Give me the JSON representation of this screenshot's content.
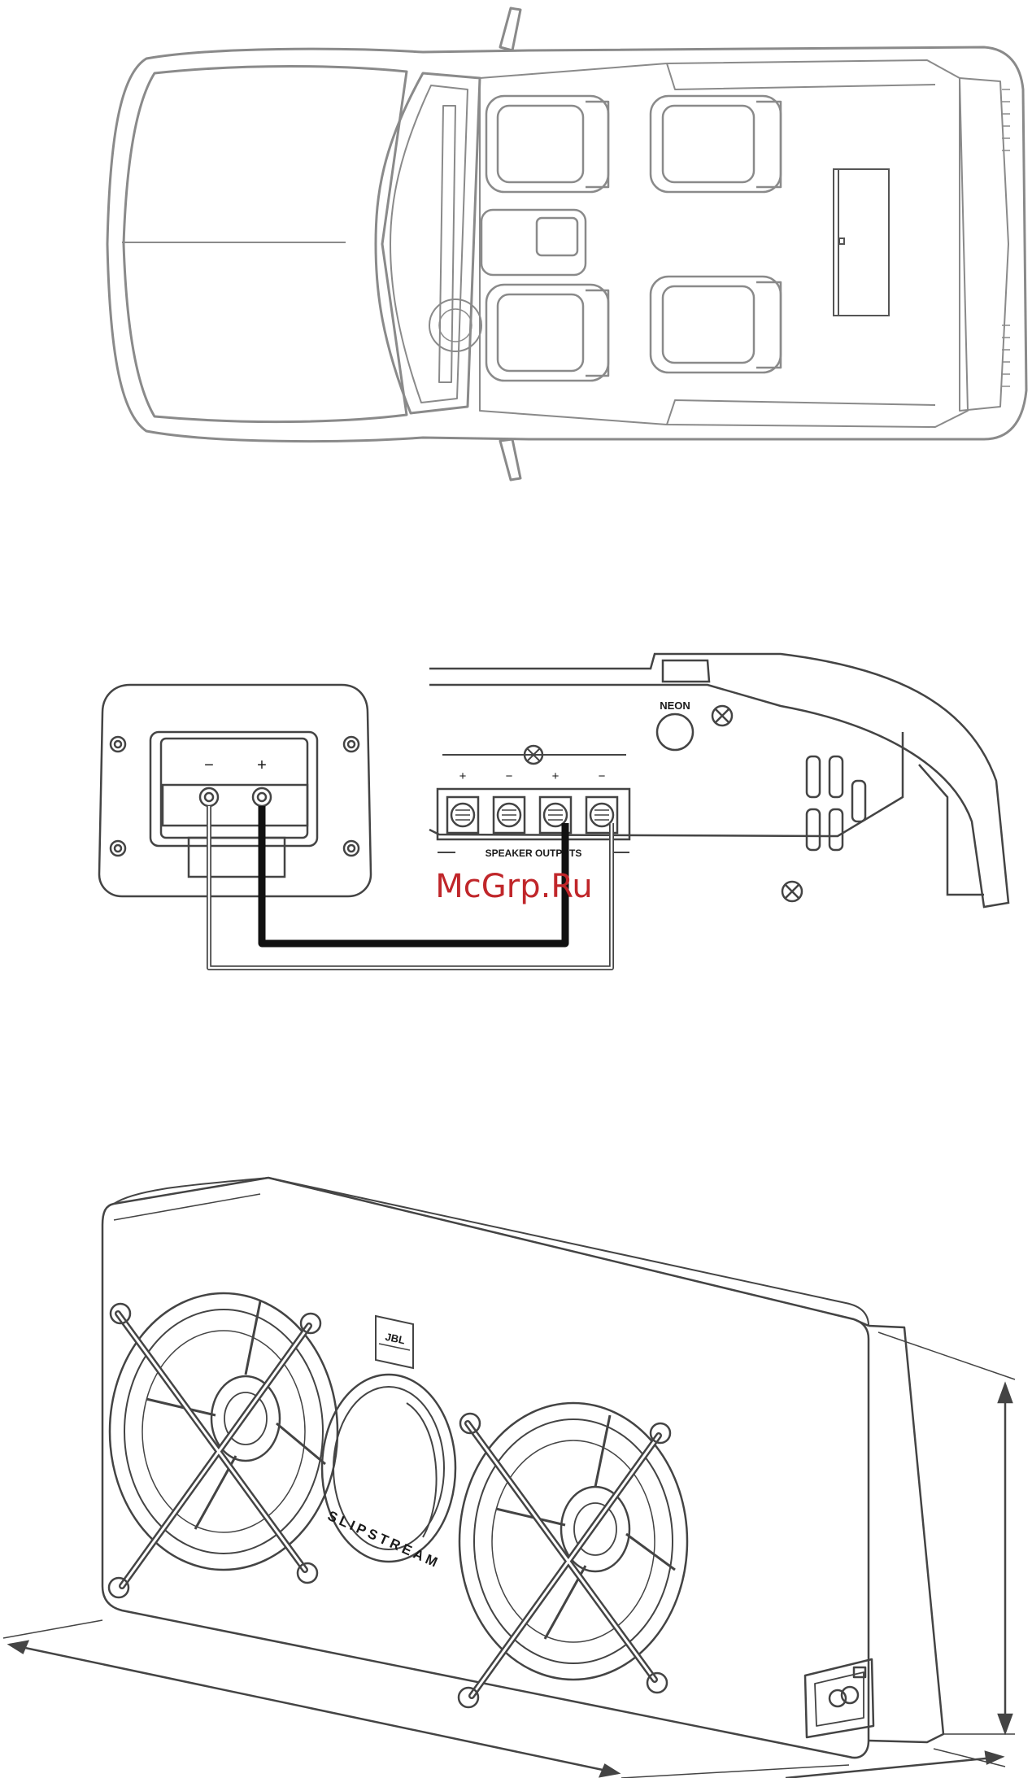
{
  "figures": {
    "wiring": {
      "subwoofer_terminal": {
        "minus": "−",
        "plus": "+"
      },
      "amplifier": {
        "neon_label": "NEON",
        "terminal_signs": [
          "+",
          "−",
          "+",
          "−"
        ],
        "outputs_label": "SPEAKER OUTPUTS"
      },
      "watermark": "McGrp.Ru"
    },
    "enclosure": {
      "brand_badge": "JBL",
      "port_text": "SLIPSTREAM"
    }
  },
  "colors": {
    "line": "#444444",
    "car_line": "#8a8a8a",
    "wire_heavy": "#111111",
    "watermark": "#c0262a"
  }
}
